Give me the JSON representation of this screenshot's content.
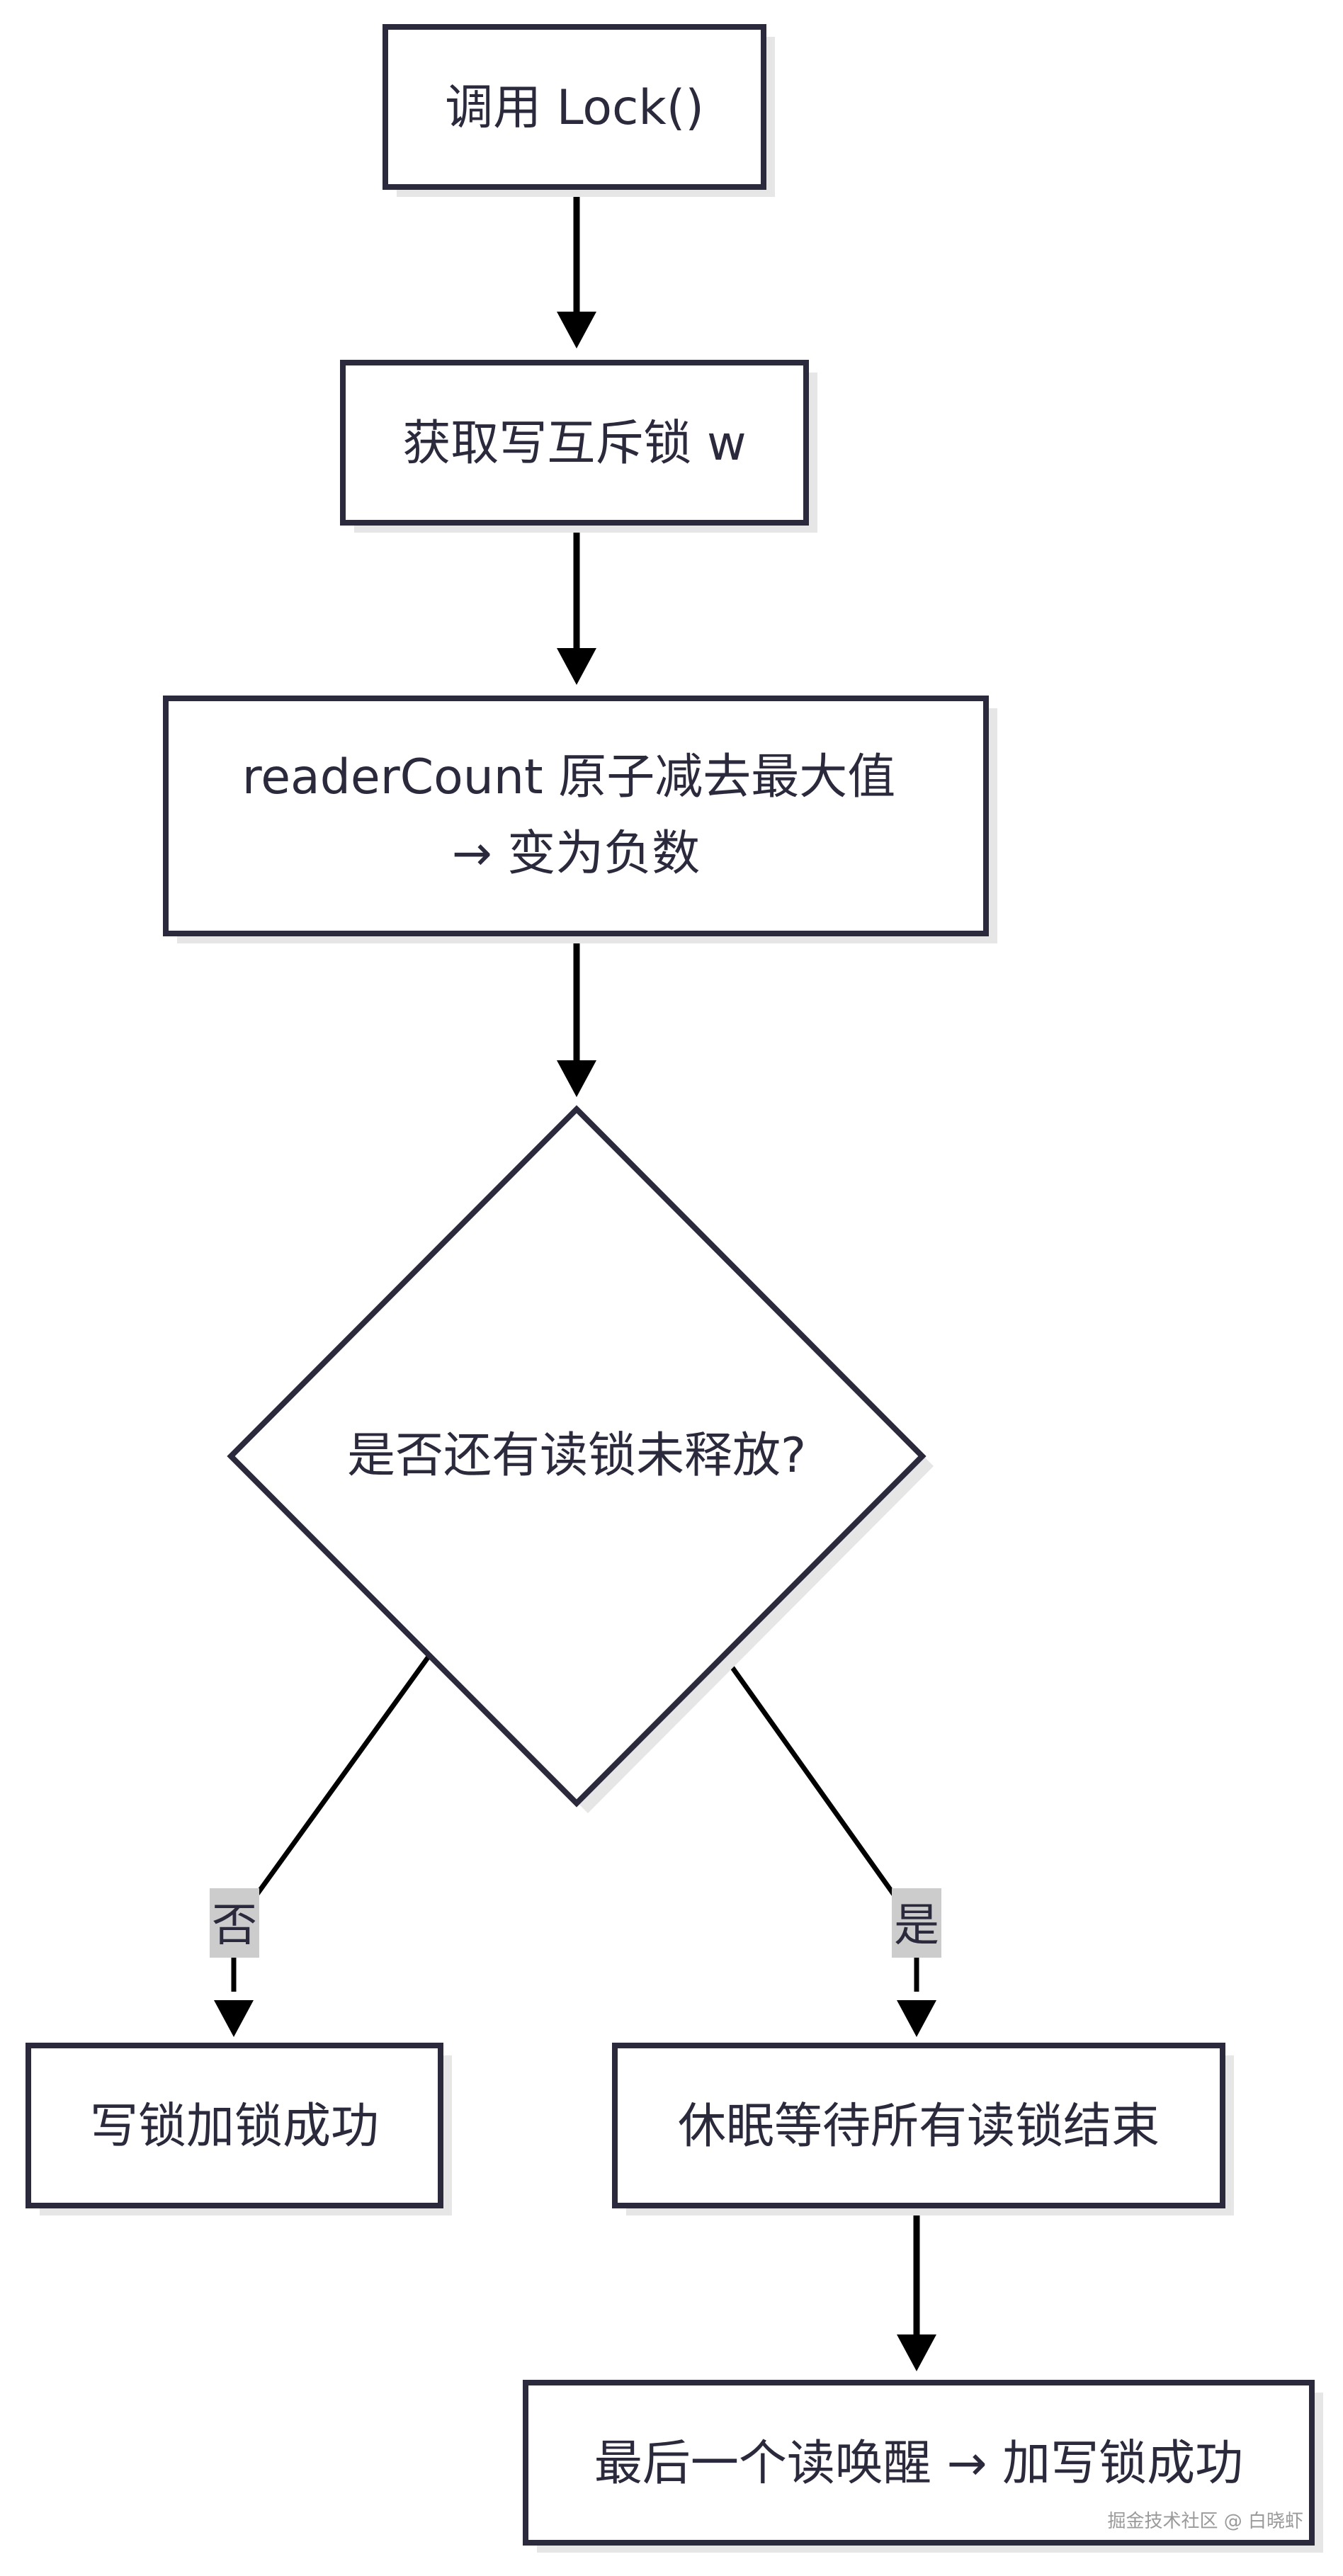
{
  "diagram": {
    "nodes": {
      "call_lock": "调用 Lock()",
      "acquire_mutex": "获取写互斥锁 w",
      "reader_count_line1": "readerCount 原子减去最大值",
      "reader_count_line2": "→ 变为负数",
      "decision": "是否还有读锁未释放?",
      "write_lock_success": "写锁加锁成功",
      "sleep_wait": "休眠等待所有读锁结束",
      "last_reader_wakes": "最后一个读唤醒 → 加写锁成功"
    },
    "edge_labels": {
      "no": "否",
      "yes": "是"
    }
  },
  "watermark": "掘金技术社区 @ 白晓虾",
  "colors": {
    "stroke": "#2a2a3c",
    "shadow": "#e6e6e6",
    "arrow": "#000000",
    "label_bg": "#cccccc"
  }
}
